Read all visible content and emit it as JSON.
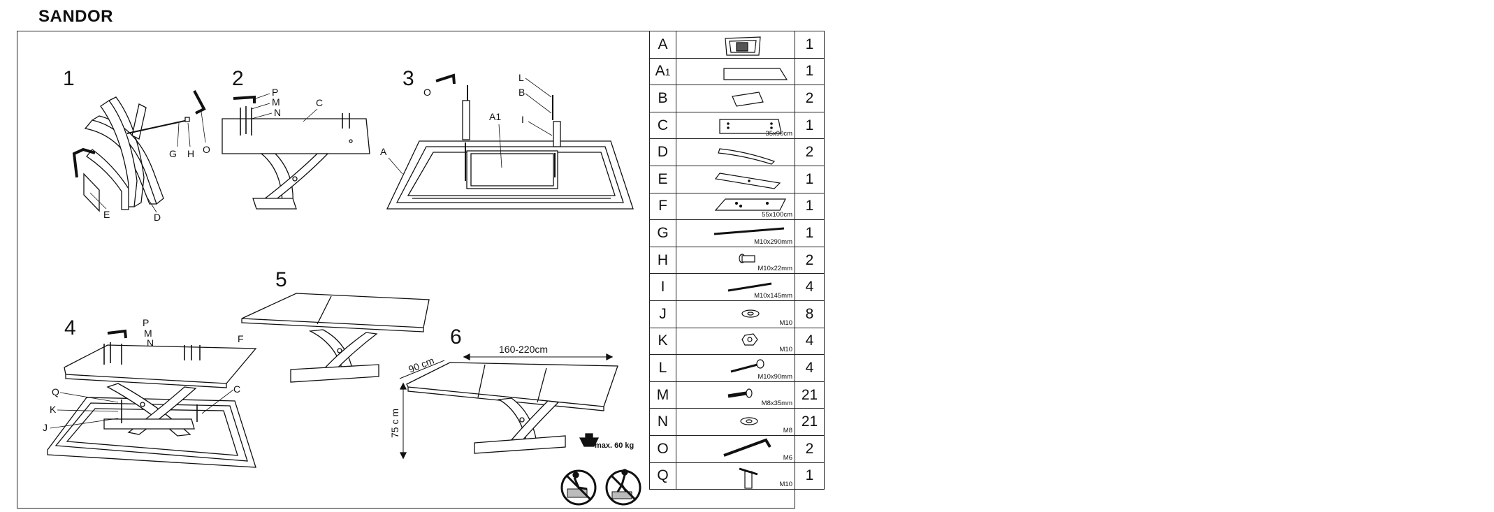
{
  "title": "SANDOR",
  "steps": {
    "s1": "1",
    "s2": "2",
    "s3": "3",
    "s4": "4",
    "s5": "5",
    "s6": "6"
  },
  "labels": {
    "step1": {
      "E": "E",
      "D": "D",
      "G": "G",
      "H": "H",
      "O": "O"
    },
    "step2": {
      "P": "P",
      "M": "M",
      "N": "N",
      "C": "C"
    },
    "step3": {
      "O": "O",
      "L": "L",
      "B": "B",
      "I": "I",
      "A1": "A1",
      "A": "A"
    },
    "step4": {
      "P": "P",
      "M": "M",
      "N": "N",
      "F": "F",
      "Q": "Q",
      "K": "K",
      "J": "J",
      "C": "C"
    }
  },
  "dimensions": {
    "width": "90 cm",
    "length": "160-220cm",
    "height": "75 c m",
    "max_load": "max. 60 kg"
  },
  "parts": [
    {
      "letter": "A",
      "sub": "",
      "spec": "",
      "qty": "1",
      "icon": "frame-icon"
    },
    {
      "letter": "A",
      "sub": "1",
      "spec": "",
      "qty": "1",
      "icon": "extension-panel-icon"
    },
    {
      "letter": "B",
      "sub": "",
      "spec": "",
      "qty": "2",
      "icon": "support-block-icon"
    },
    {
      "letter": "C",
      "sub": "",
      "spec": "35x90cm",
      "qty": "1",
      "icon": "panel-c-icon"
    },
    {
      "letter": "D",
      "sub": "",
      "spec": "",
      "qty": "2",
      "icon": "curved-leg-icon"
    },
    {
      "letter": "E",
      "sub": "",
      "spec": "",
      "qty": "1",
      "icon": "base-plank-icon"
    },
    {
      "letter": "F",
      "sub": "",
      "spec": "55x100cm",
      "qty": "1",
      "icon": "panel-f-icon"
    },
    {
      "letter": "G",
      "sub": "",
      "spec": "M10x290mm",
      "qty": "1",
      "icon": "threaded-rod-icon"
    },
    {
      "letter": "H",
      "sub": "",
      "spec": "M10x22mm",
      "qty": "2",
      "icon": "barrel-nut-icon"
    },
    {
      "letter": "I",
      "sub": "",
      "spec": "M10x145mm",
      "qty": "4",
      "icon": "bolt-long-icon"
    },
    {
      "letter": "J",
      "sub": "",
      "spec": "M10",
      "qty": "8",
      "icon": "washer-icon"
    },
    {
      "letter": "K",
      "sub": "",
      "spec": "M10",
      "qty": "4",
      "icon": "hex-nut-icon"
    },
    {
      "letter": "L",
      "sub": "",
      "spec": "M10x90mm",
      "qty": "4",
      "icon": "bolt-icon"
    },
    {
      "letter": "M",
      "sub": "",
      "spec": "M8x35mm",
      "qty": "21",
      "icon": "screw-icon"
    },
    {
      "letter": "N",
      "sub": "",
      "spec": "M8",
      "qty": "21",
      "icon": "washer-small-icon"
    },
    {
      "letter": "O",
      "sub": "",
      "spec": "M6",
      "qty": "2",
      "icon": "allen-key-icon"
    },
    {
      "letter": "Q",
      "sub": "",
      "spec": "M10",
      "qty": "1",
      "icon": "t-nut-icon"
    }
  ]
}
